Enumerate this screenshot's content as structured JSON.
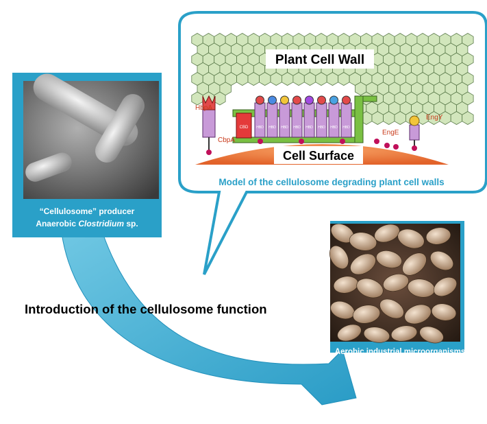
{
  "diagram": {
    "plant_cell_wall_label": "Plant Cell Wall",
    "cell_surface_label": "Cell Surface",
    "model_caption": "Model of the cellulosome degrading plant cell walls",
    "main_caption": "Introduction of the cellulosome function",
    "producer_caption": {
      "line1": "“Cellulosome” producer",
      "line2_prefix": "Anaerobic ",
      "line2_genus": "Clostridium",
      "line2_suffix": " sp."
    },
    "aerobic_caption": "Aerobic industrial microorganisms",
    "protein_labels": {
      "hbpa": "HbpA",
      "cbpa": "CbpA",
      "enge": "EngE",
      "engy": "EngY"
    },
    "domain_labels": {
      "cbd": "CBD",
      "hbd": "HBD"
    },
    "colors": {
      "accent_blue": "#2aa0c8",
      "hexagon_fill": "#d2e6bc",
      "hexagon_stroke": "#5a7a4a",
      "cell_surface": "#f07a3a",
      "scaffold_green": "#7ac043",
      "enzyme_purple": "#c89ad8",
      "anchor_magenta": "#c0105a",
      "label_red": "#c83a1a"
    }
  }
}
